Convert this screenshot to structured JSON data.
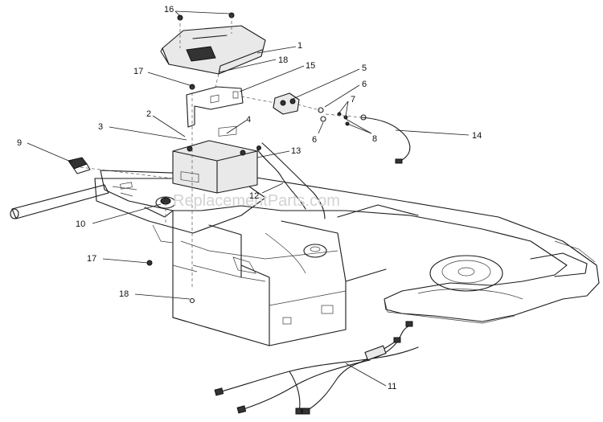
{
  "watermark": "ReplacementParts.com",
  "callouts": [
    {
      "id": "c16",
      "label": "16"
    },
    {
      "id": "c1",
      "label": "1"
    },
    {
      "id": "c18a",
      "label": "18"
    },
    {
      "id": "c17a",
      "label": "17"
    },
    {
      "id": "c15",
      "label": "15"
    },
    {
      "id": "c5",
      "label": "5"
    },
    {
      "id": "c6a",
      "label": "6"
    },
    {
      "id": "c7",
      "label": "7"
    },
    {
      "id": "c2",
      "label": "2"
    },
    {
      "id": "c3",
      "label": "3"
    },
    {
      "id": "c4",
      "label": "4"
    },
    {
      "id": "c6b",
      "label": "6"
    },
    {
      "id": "c8",
      "label": "8"
    },
    {
      "id": "c14",
      "label": "14"
    },
    {
      "id": "c9",
      "label": "9"
    },
    {
      "id": "c13",
      "label": "13"
    },
    {
      "id": "c12",
      "label": "12"
    },
    {
      "id": "c10",
      "label": "10"
    },
    {
      "id": "c17b",
      "label": "17"
    },
    {
      "id": "c18b",
      "label": "18"
    },
    {
      "id": "c11",
      "label": "11"
    }
  ]
}
